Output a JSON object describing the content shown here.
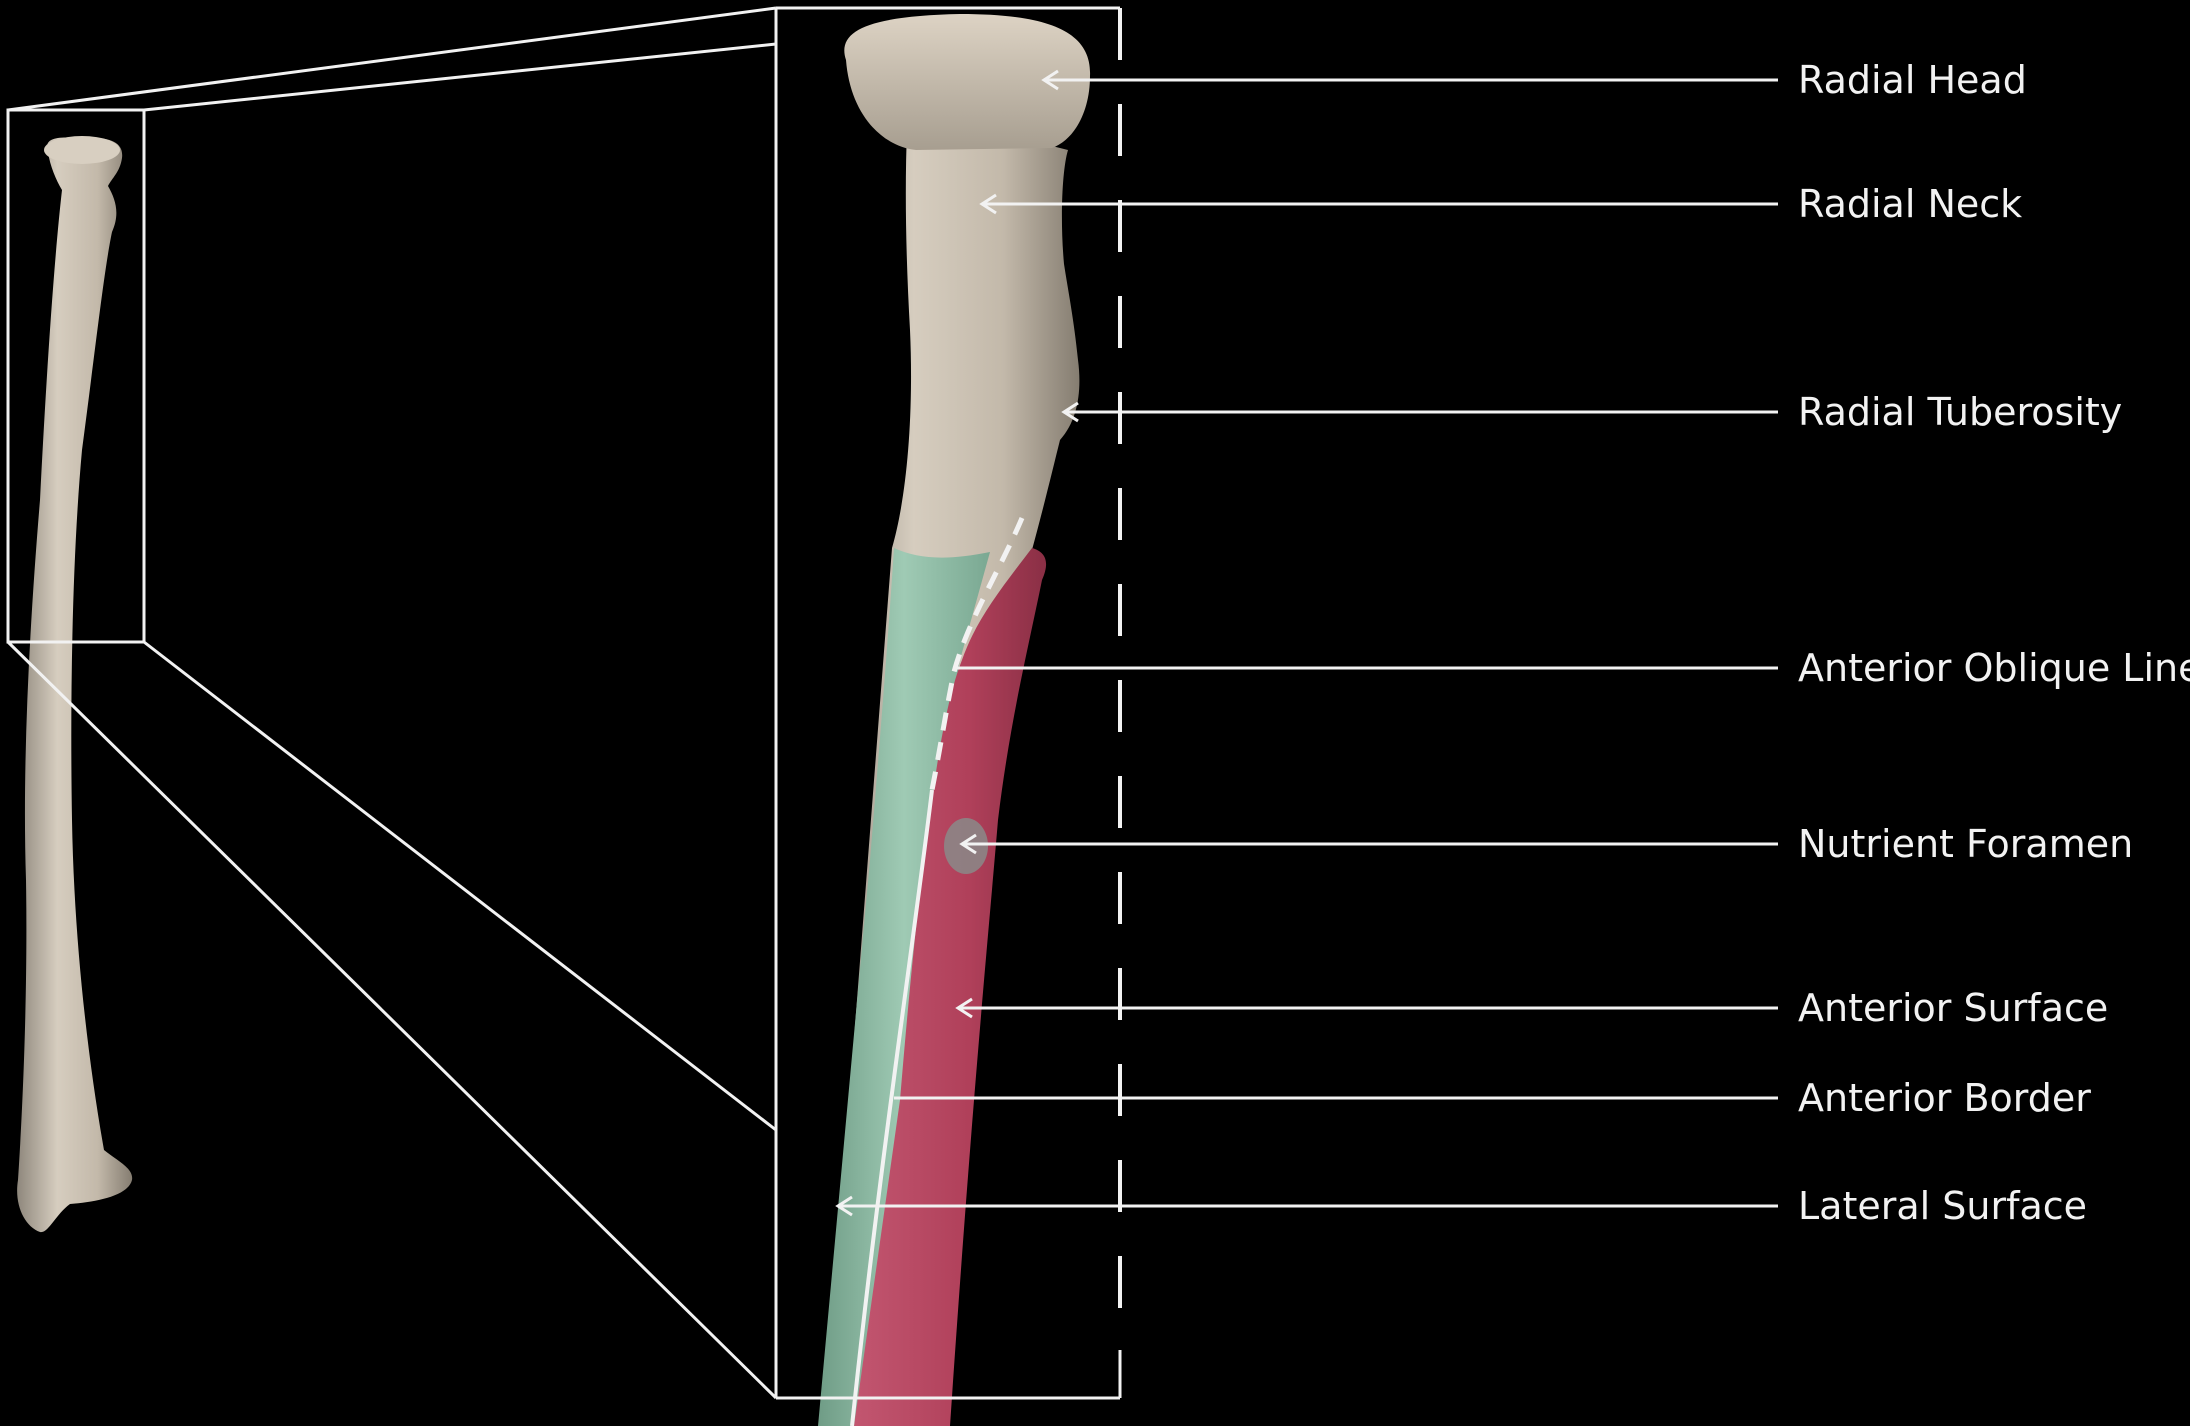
{
  "labels": [
    {
      "id": "radial-head",
      "text": "Radial Head"
    },
    {
      "id": "radial-neck",
      "text": "Radial Neck"
    },
    {
      "id": "radial-tuberosity",
      "text": "Radial Tuberosity"
    },
    {
      "id": "anterior-oblique-line",
      "text": "Anterior Oblique Line"
    },
    {
      "id": "nutrient-foramen",
      "text": "Nutrient Foramen"
    },
    {
      "id": "anterior-surface",
      "text": "Anterior Surface"
    },
    {
      "id": "anterior-border",
      "text": "Anterior Border"
    },
    {
      "id": "lateral-surface",
      "text": "Lateral Surface"
    }
  ],
  "colors": {
    "background": "#000000",
    "line": "#f2f2f2",
    "bone": "#c9c0b2",
    "lateral_surface": "#8fbfa8",
    "anterior_surface": "#b5475f"
  }
}
